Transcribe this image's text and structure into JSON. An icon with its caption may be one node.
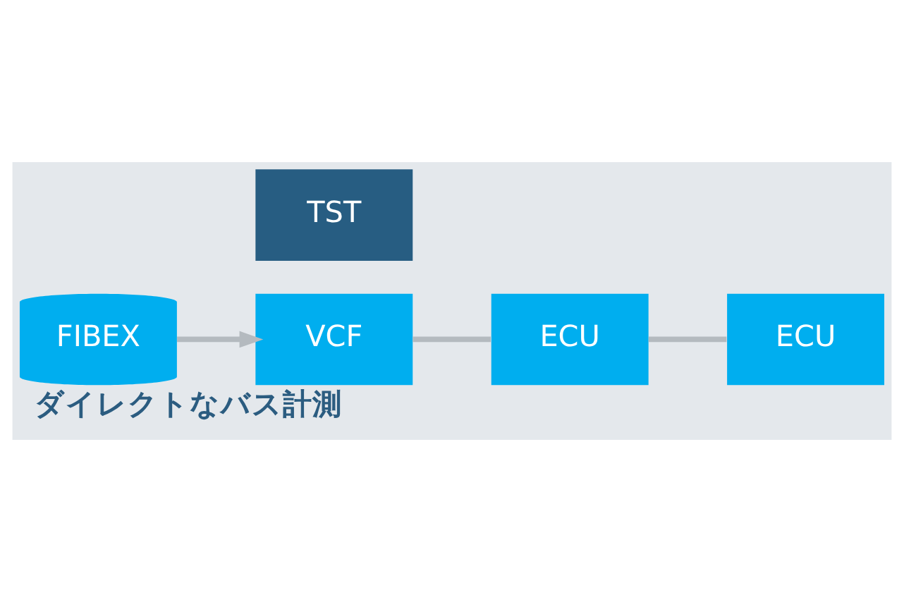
{
  "diagram": {
    "caption": "ダイレクトなバス計測",
    "nodes": [
      {
        "text": [
          "TST"
        ]
      },
      {
        "text": [
          "FIBEX"
        ]
      },
      {
        "text": [
          "VCF"
        ]
      },
      {
        "text": [
          "ECU"
        ]
      },
      {
        "text": [
          "ECU"
        ]
      }
    ],
    "edges": [
      {
        "from": 1,
        "to": 2,
        "arrow": "to"
      },
      {
        "from": 2,
        "to": 3,
        "arrow": "none"
      },
      {
        "from": 3,
        "to": 4,
        "arrow": "none"
      }
    ]
  }
}
